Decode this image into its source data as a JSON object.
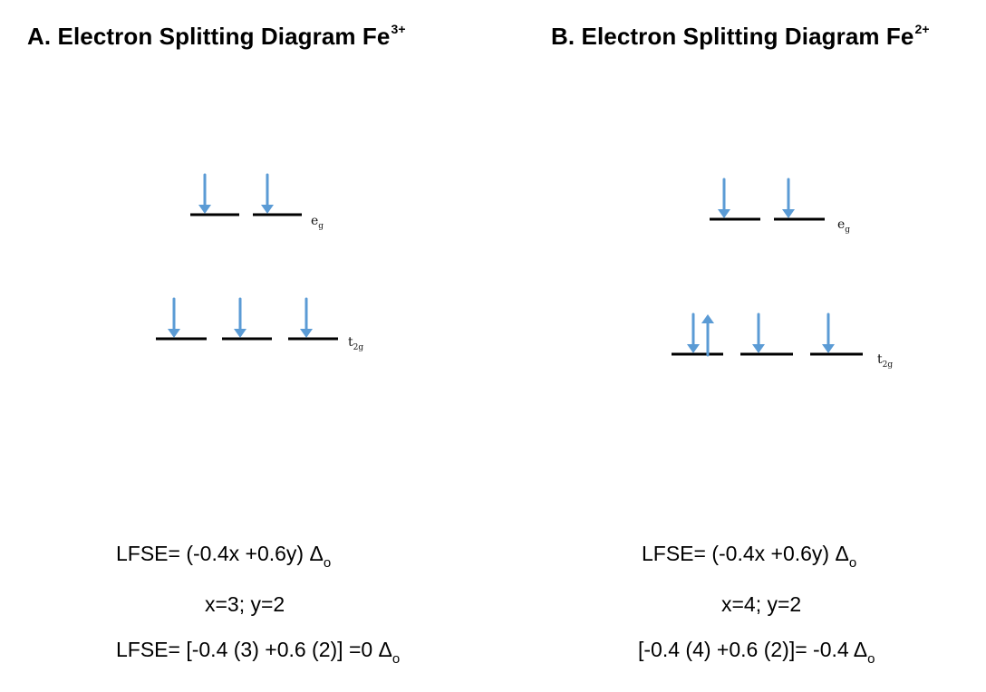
{
  "colors": {
    "arrow": "#5b9bd5",
    "level": "#000000"
  },
  "panels": [
    {
      "id": "A",
      "title": "A. Electron Splitting Diagram Fe",
      "title_sup": "3+",
      "eg_label": "e",
      "eg_sub": "g",
      "t2g_label": "t",
      "t2g_sub": "2g",
      "eg_electrons": [
        "down",
        "down"
      ],
      "t2g_electrons": [
        [
          "down"
        ],
        [
          "down"
        ],
        [
          "down"
        ]
      ],
      "equations": [
        {
          "text": "LFSE= (-0.4x +0.6y) Δ",
          "sub": "o"
        },
        {
          "text": "x=3; y=2",
          "sub": ""
        },
        {
          "text": "LFSE= [-0.4 (3) +0.6 (2)] =0 Δ",
          "sub": "o"
        }
      ]
    },
    {
      "id": "B",
      "title": "B. Electron Splitting Diagram Fe",
      "title_sup": "2+",
      "eg_label": "e",
      "eg_sub": "g",
      "t2g_label": "t",
      "t2g_sub": "2g",
      "eg_electrons": [
        "down",
        "down"
      ],
      "t2g_electrons": [
        [
          "down",
          "up"
        ],
        [
          "down"
        ],
        [
          "down"
        ]
      ],
      "equations": [
        {
          "text": "LFSE= (-0.4x +0.6y) Δ",
          "sub": "o"
        },
        {
          "text": "x=4; y=2",
          "sub": ""
        },
        {
          "text": "[-0.4 (4) +0.6 (2)]= -0.4 Δ",
          "sub": "o"
        }
      ]
    }
  ]
}
